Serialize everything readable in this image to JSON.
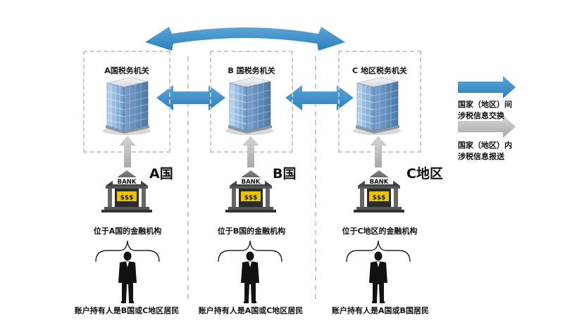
{
  "agencies": [
    {
      "title": "A国税务机关"
    },
    {
      "title": "B 国税务机关"
    },
    {
      "title": "C 地区税务机关"
    }
  ],
  "regions": [
    {
      "label": "A国"
    },
    {
      "label": "B国"
    },
    {
      "label": "C地区"
    }
  ],
  "banks": [
    {
      "sign": "BANK",
      "money": "$$$",
      "institution": "位于A国的金融机构",
      "holder": "账户持有人是B国或C地区居民"
    },
    {
      "sign": "BANK",
      "money": "$$$",
      "institution": "位于B国的金融机构",
      "holder": "账户持有人是A国或C地区居民"
    },
    {
      "sign": "BANK",
      "money": "$$$",
      "institution": "位于C地区的金融机构",
      "holder": "账户持有人是A国或B国居民"
    }
  ],
  "legend": {
    "exchange_line1": "国家（地区）间",
    "exchange_line2": "涉税信息交换",
    "report_line1": "国家（地区）内",
    "report_line2": "涉税信息报送"
  },
  "colors": {
    "exchange_arrow": "#3d8fc8",
    "report_arrow": "#bdbdbd",
    "box_border": "#c9c9c9"
  }
}
